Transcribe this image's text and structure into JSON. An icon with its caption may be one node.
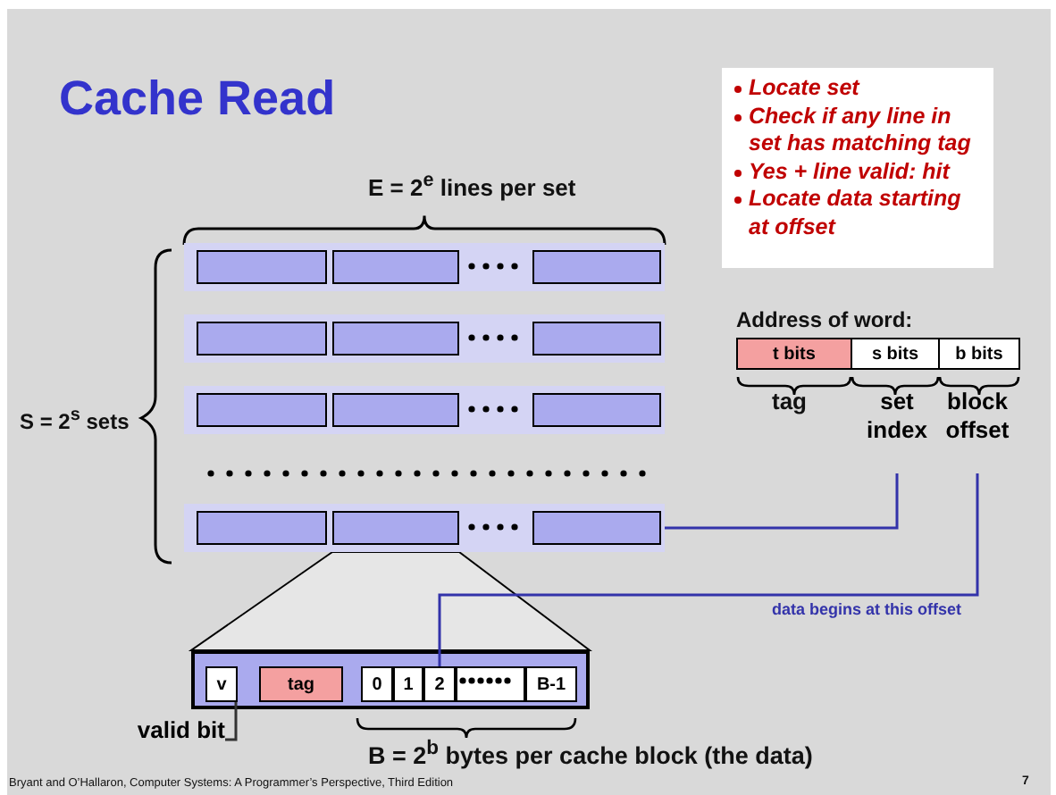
{
  "diagram": {
    "title": "Cache Read",
    "nodes": [
      {
        "text": [
          "Locate set",
          "Check if any line in set has matching tag",
          "Yes + line valid: hit",
          "Locate data starting at offset"
        ]
      },
      {
        "text": [],
        "shape": "box"
      },
      {
        "text": [],
        "shape": "box",
        "in": 1
      },
      {
        "text": [],
        "shape": "box",
        "in": 1
      },
      {
        "text": [],
        "shape": "box",
        "in": 1
      },
      {
        "text": [],
        "shape": "box"
      },
      {
        "text": [],
        "shape": "box",
        "in": 5
      },
      {
        "text": [],
        "shape": "box",
        "in": 5
      },
      {
        "text": [],
        "shape": "box",
        "in": 5
      },
      {
        "text": [],
        "shape": "box"
      },
      {
        "text": [],
        "shape": "box",
        "in": 9
      },
      {
        "text": [],
        "shape": "box",
        "in": 9
      },
      {
        "text": [],
        "shape": "box",
        "in": 9
      },
      {
        "text": [],
        "shape": "box"
      },
      {
        "text": [],
        "shape": "box",
        "in": 13
      },
      {
        "text": [],
        "shape": "box",
        "in": 13
      },
      {
        "text": [],
        "shape": "box",
        "in": 13
      },
      {
        "text": [
          "t bits"
        ]
      },
      {
        "text": [
          "s bits"
        ]
      },
      {
        "text": [
          "b bits"
        ]
      },
      {
        "text": [
          "set index"
        ]
      },
      {
        "text": [
          "block offset"
        ]
      },
      {
        "text": [],
        "shape": "box"
      },
      {
        "text": [
          "v"
        ],
        "in": 22
      },
      {
        "text": [
          "tag"
        ],
        "in": 22
      },
      {
        "text": [
          "0"
        ],
        "in": 22
      },
      {
        "text": [
          "1"
        ],
        "in": 22
      },
      {
        "text": [
          "2"
        ],
        "in": 22
      },
      {
        "text": [],
        "shape": "box",
        "in": 22
      },
      {
        "text": [
          "B-1"
        ],
        "in": 22
      },
      {
        "text": [
          "valid bit"
        ]
      }
    ],
    "edges": [
      {
        "from": 20,
        "to": 13,
        "arrow": "none"
      },
      {
        "from": 21,
        "to": 27,
        "arrow": "none",
        "label": "data begins at this offset"
      },
      {
        "from": 30,
        "to": 23,
        "arrow": "none",
        "color": "#333333"
      }
    ],
    "labels": [
      "E = 2$^{e}$ lines per set",
      "S = 2$^{s}$ sets",
      "Address of word:",
      "tag",
      "B = 2$^{b}$ bytes per cache block (the data)",
      "Bryant and O’Hallaron, Computer Systems: A Programmer’s Perspective, Third Edition",
      "7"
    ]
  }
}
